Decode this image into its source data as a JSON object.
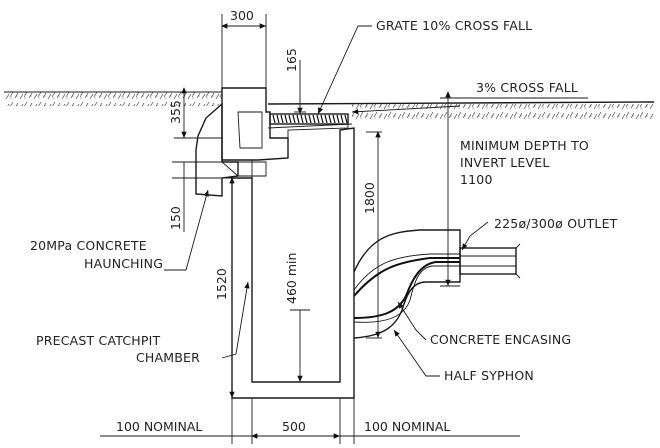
{
  "labels": {
    "grate": "GRATE 10% CROSS FALL",
    "cross_fall": "3% CROSS FALL",
    "min_depth_1": "MINIMUM DEPTH TO",
    "min_depth_2": "INVERT LEVEL",
    "min_depth_3": "1100",
    "outlet": "225ø/300ø OUTLET",
    "haunching_1": "20MPa CONCRETE",
    "haunching_2": "HAUNCHING",
    "chamber_1": "PRECAST CATCHPIT",
    "chamber_2": "CHAMBER",
    "encasing": "CONCRETE ENCASING",
    "syphon": "HALF SYPHON"
  },
  "dimensions": {
    "top_width": "300",
    "grate_depth": "165",
    "d355": "355",
    "d150": "150",
    "d1800": "1800",
    "d1520": "1520",
    "d460": "460 min",
    "bottom_left": "100 NOMINAL",
    "bottom_mid": "500",
    "bottom_right": "100 NOMINAL"
  },
  "colors": {
    "ink": "#1a1a1a",
    "paper": "#ffffff"
  }
}
